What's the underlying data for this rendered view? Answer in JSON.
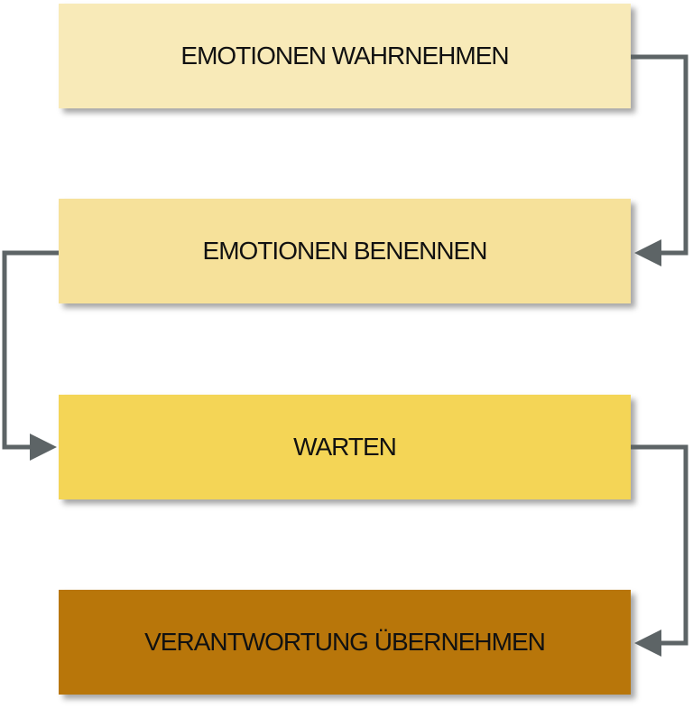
{
  "steps": [
    {
      "label": "EMOTIONEN WAHRNEHMEN",
      "color": "#f8eab8"
    },
    {
      "label": "EMOTIONEN BENENNEN",
      "color": "#f6e19a"
    },
    {
      "label": "WARTEN",
      "color": "#f4d556"
    },
    {
      "label": "VERANTWORTUNG ÜBERNEHMEN",
      "color": "#b8760a"
    }
  ],
  "connector_color": "#5d6466"
}
